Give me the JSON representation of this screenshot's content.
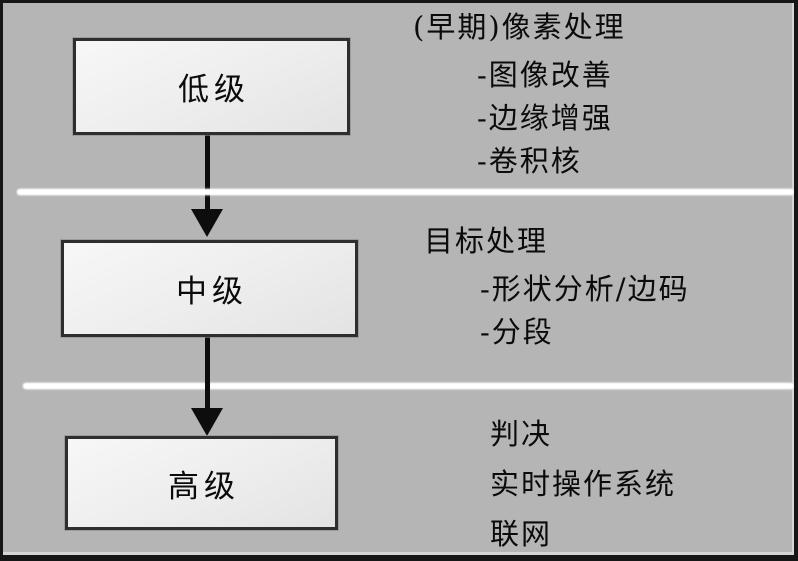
{
  "colors": {
    "background": "#b5b5b5",
    "frame_border": "#161616",
    "box_fill": "#ededed",
    "box_border": "#2e2e2e",
    "arrow": "#0d0d0d",
    "divider": "#ffffff",
    "text": "#0b0b0b"
  },
  "boxes": {
    "low": "低级",
    "mid": "中级",
    "high": "高级"
  },
  "annotations": {
    "low": {
      "heading": "(早期)像素处理",
      "items": [
        "-图像改善",
        "-边缘增强",
        "-卷积核"
      ]
    },
    "mid": {
      "heading": "目标处理",
      "items": [
        "-形状分析/边码",
        "-分段"
      ]
    },
    "high": {
      "items": [
        "判决",
        "实时操作系统",
        "联网"
      ]
    }
  }
}
